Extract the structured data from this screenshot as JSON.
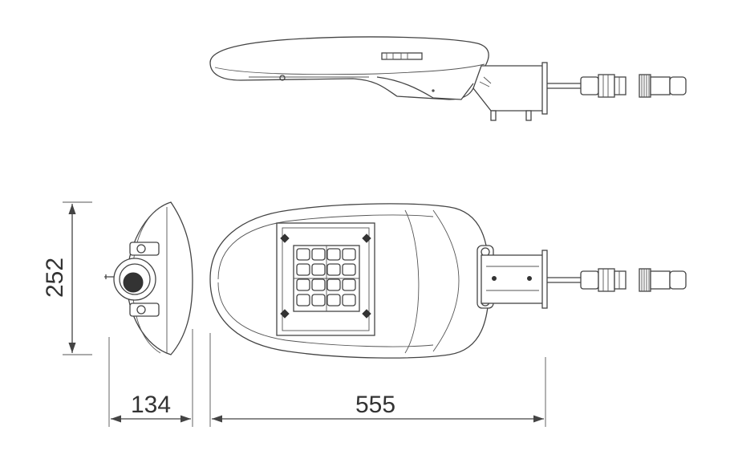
{
  "drawing": {
    "dimensions": {
      "height_label": "252",
      "width_small_label": "134",
      "length_label": "555"
    },
    "colors": {
      "line": "#444444",
      "background": "#ffffff"
    }
  }
}
